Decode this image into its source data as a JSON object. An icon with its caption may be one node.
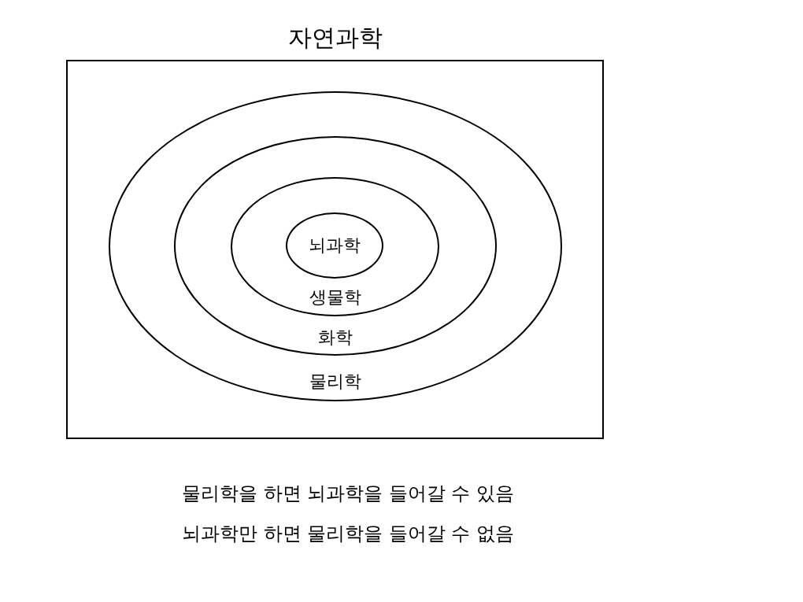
{
  "diagram": {
    "nodes": [
      {
        "text": [
          "자연과학"
        ]
      },
      {
        "text": [
          "물리학"
        ],
        "in": 0
      },
      {
        "text": [
          "화학"
        ],
        "in": 1
      },
      {
        "text": [
          "생물학"
        ],
        "in": 2
      },
      {
        "text": [
          "뇌과학"
        ],
        "in": 3
      }
    ],
    "labels": [
      "물리학을 하면 뇌과학을 들어갈 수 있음",
      "뇌과학만 하면 물리학을 들어갈 수 없음"
    ]
  }
}
